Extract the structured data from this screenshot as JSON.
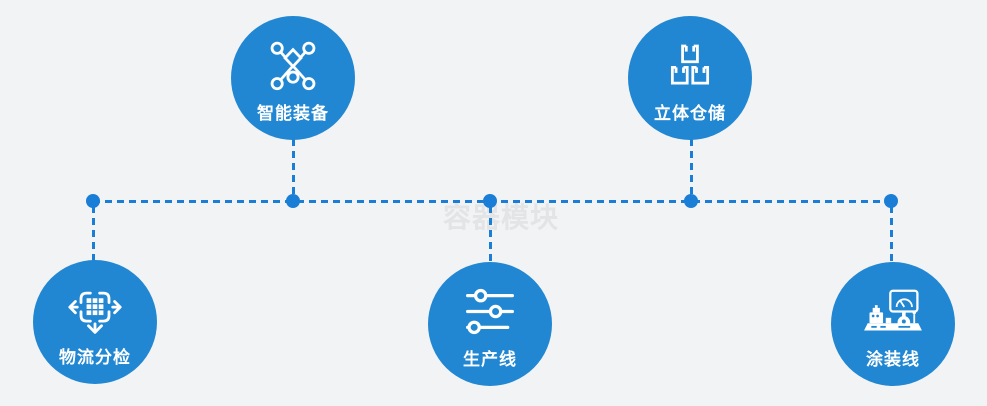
{
  "diagram": {
    "watermark": "容器模块",
    "colors": {
      "node_fill": "#2187d2",
      "connector_blue": "#1b7ed6",
      "background": "#f2f3f4",
      "icon_white": "#ffffff",
      "label_white": "#ffffff",
      "watermark_gray": "#e3e4e6"
    },
    "nodes": [
      {
        "label": "智能装备",
        "icon": "network-nodes-icon",
        "position": "top-left"
      },
      {
        "label": "立体仓储",
        "icon": "stacked-boxes-icon",
        "position": "top-right"
      },
      {
        "label": "物流分检",
        "icon": "sorting-arrows-icon",
        "position": "bottom-left"
      },
      {
        "label": "生产线",
        "icon": "sliders-icon",
        "position": "bottom-center"
      },
      {
        "label": "涂装线",
        "icon": "coating-machine-icon",
        "position": "bottom-right"
      }
    ]
  }
}
